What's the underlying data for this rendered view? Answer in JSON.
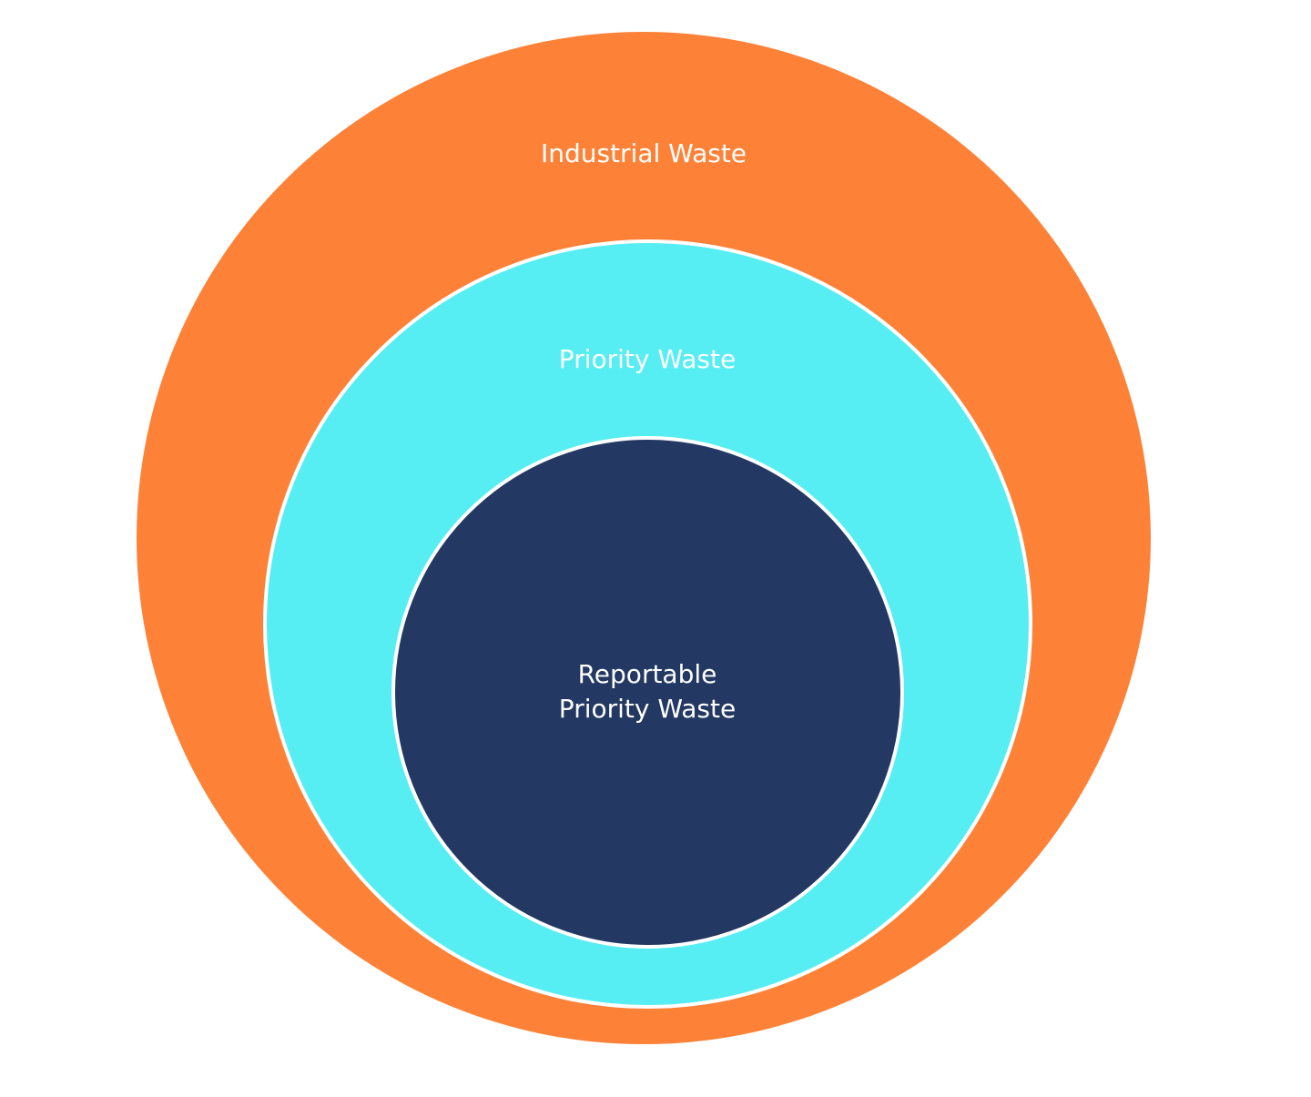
{
  "diagram": {
    "type": "nested-circles",
    "layers": {
      "outer": {
        "label": "Industrial Waste",
        "color": "#fd8238"
      },
      "middle": {
        "label": "Priority Waste",
        "color": "#56eef2"
      },
      "inner": {
        "label_line1": "Reportable",
        "label_line2": "Priority Waste",
        "color": "#233862"
      }
    }
  }
}
